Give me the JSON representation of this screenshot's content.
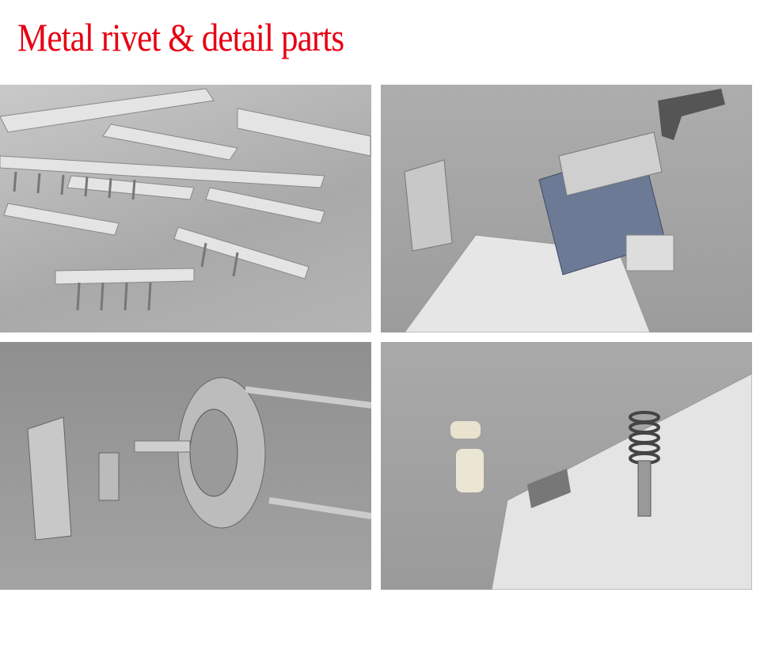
{
  "title": "Metal rivet & detail parts",
  "colors": {
    "title": "#e60012"
  },
  "panels": [
    {
      "subject": "rivet-strips"
    },
    {
      "subject": "engine-mount-assembly"
    },
    {
      "subject": "brake-disc-assembly"
    },
    {
      "subject": "suspension-spring-assembly"
    }
  ]
}
